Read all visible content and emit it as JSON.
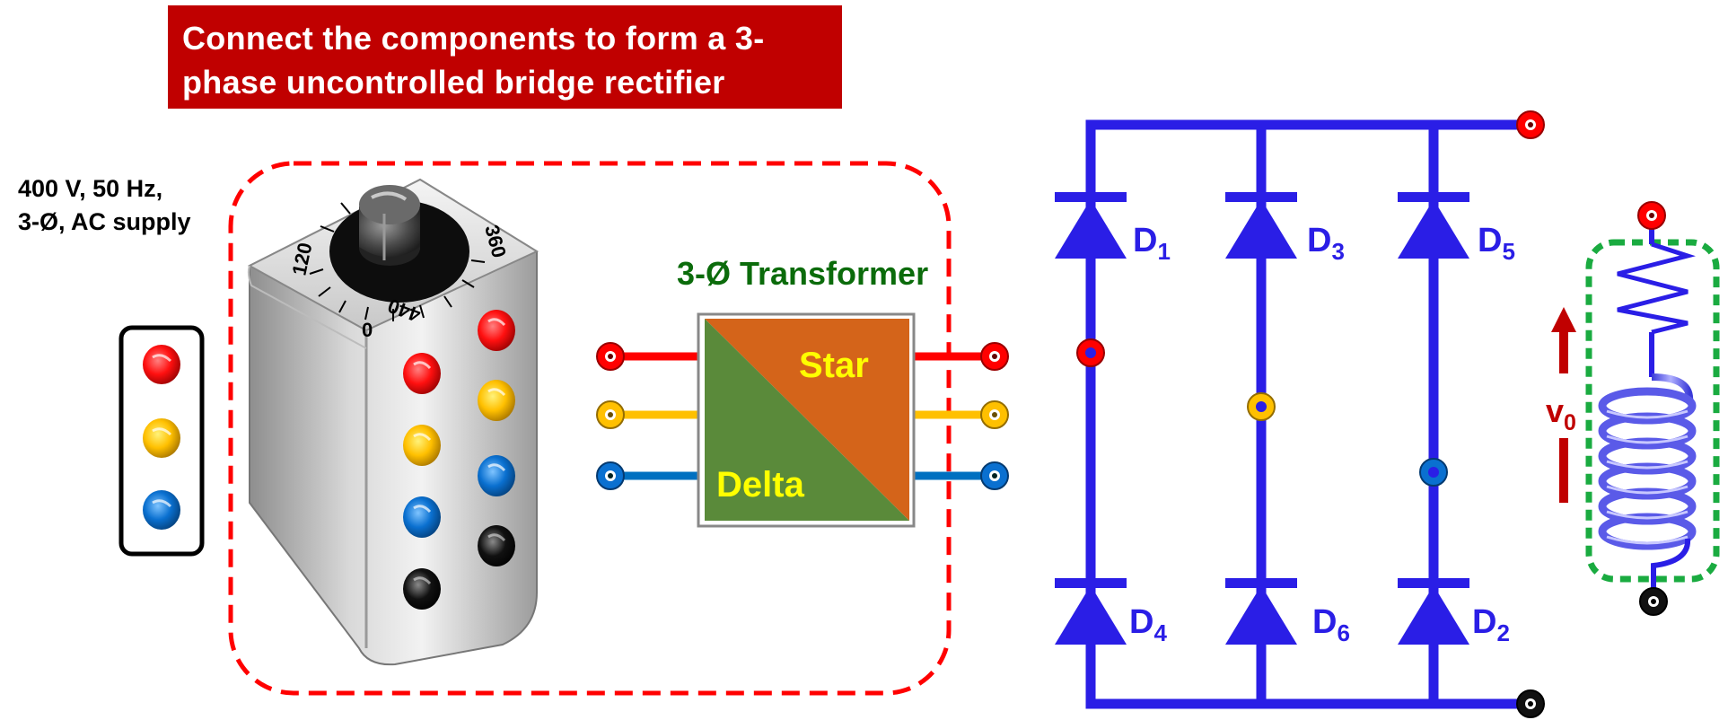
{
  "task": {
    "line1": "Connect the components to form a 3-",
    "line2": "phase uncontrolled bridge rectifier"
  },
  "supply": {
    "line1": "400 V, 50 Hz,",
    "line2": "3-Ø, AC supply"
  },
  "variac": {
    "dial_labels": [
      "0",
      "120",
      "360",
      "440"
    ]
  },
  "transformer": {
    "title": "3-Ø Transformer",
    "primary": "Delta",
    "secondary": "Star"
  },
  "diodes": [
    {
      "letter": "D",
      "sub": "1"
    },
    {
      "letter": "D",
      "sub": "3"
    },
    {
      "letter": "D",
      "sub": "5"
    },
    {
      "letter": "D",
      "sub": "4"
    },
    {
      "letter": "D",
      "sub": "6"
    },
    {
      "letter": "D",
      "sub": "2"
    }
  ],
  "load": {
    "voltage_letter": "v",
    "voltage_sub": "0"
  },
  "colors": {
    "banner": "#c00000",
    "phase_r": "#ff0000",
    "phase_y": "#ffc000",
    "phase_b": "#0070c0",
    "bridge": "#2a1ee6",
    "transformer_star": "#d4641a",
    "transformer_delta": "#5a8a3a",
    "transformer_text": "#ffff00",
    "load_box": "#1aab40",
    "voltage_arrow": "#c00000"
  }
}
